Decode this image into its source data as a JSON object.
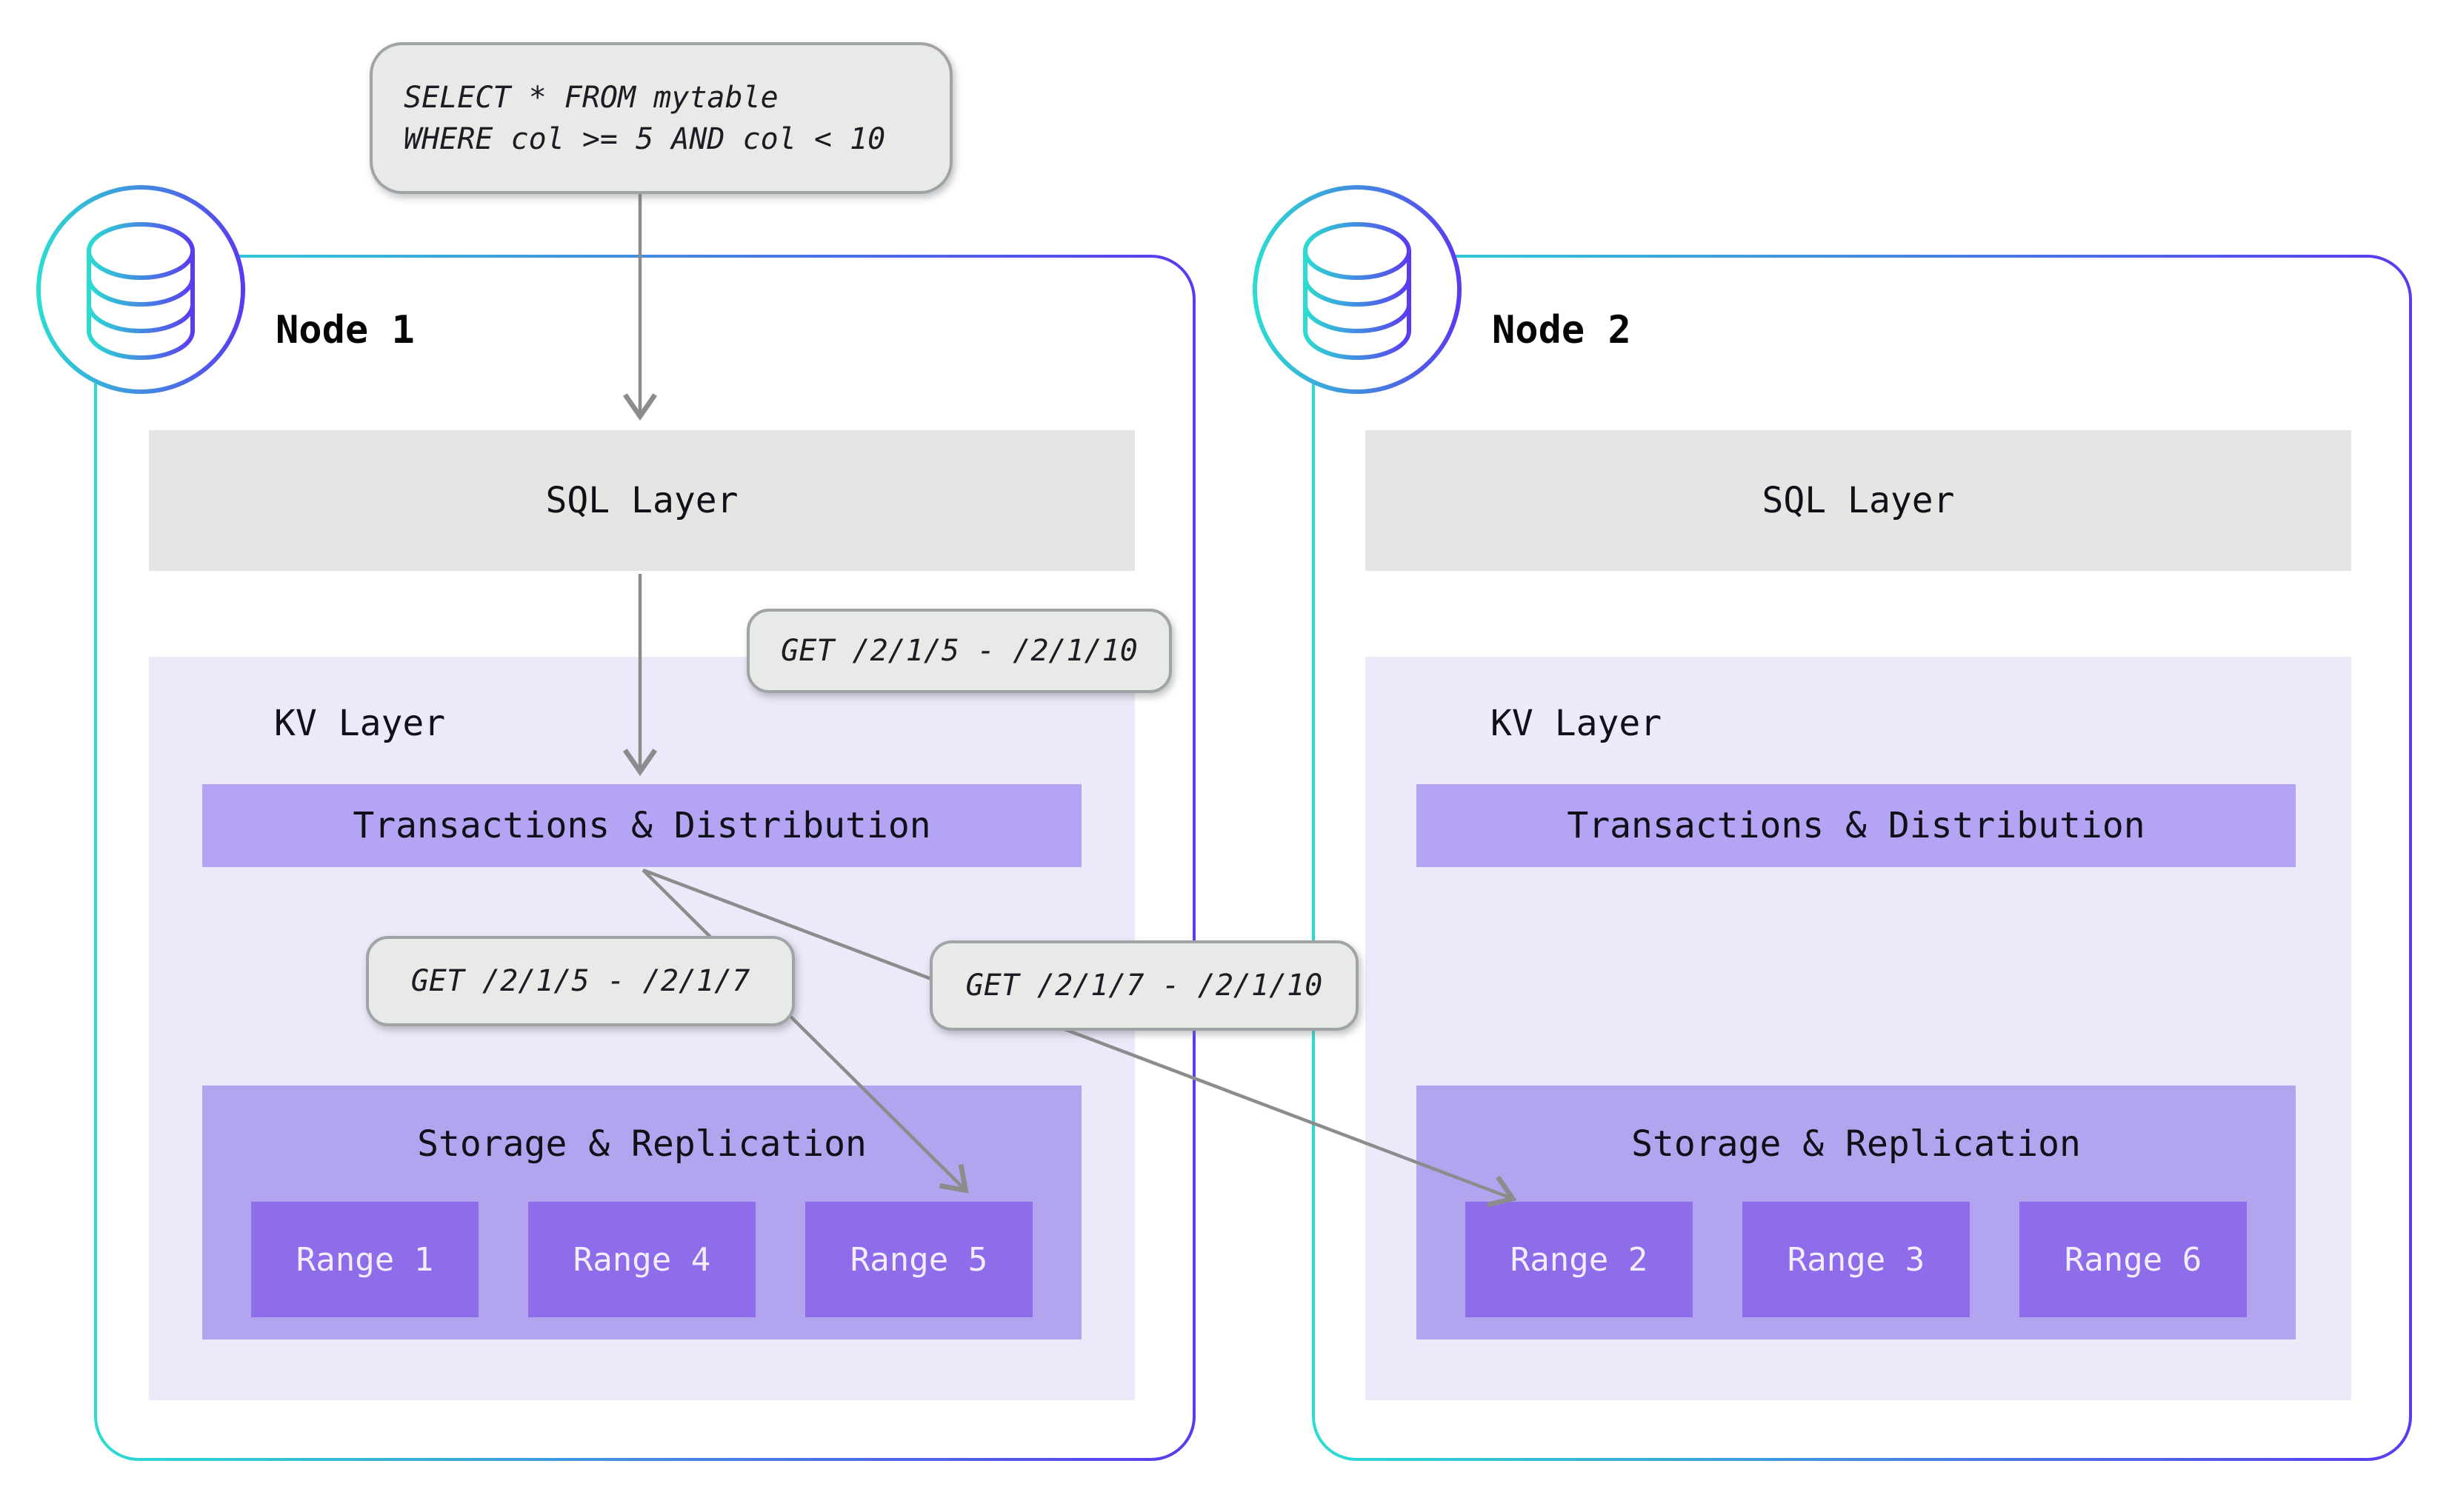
{
  "query_box": {
    "lines": [
      "SELECT * FROM mytable",
      "WHERE col >= 5 AND col < 10"
    ]
  },
  "request_labels": {
    "combined": "GET /2/1/5 - /2/1/10",
    "left_split": "GET /2/1/5 - /2/1/7",
    "right_split": "GET /2/1/7 - /2/1/10"
  },
  "nodes": [
    {
      "title": "Node 1",
      "sql_layer": "SQL Layer",
      "kv_layer": "KV Layer",
      "transactions": "Transactions & Distribution",
      "storage": "Storage & Replication",
      "ranges": [
        "Range 1",
        "Range 4",
        "Range 5"
      ]
    },
    {
      "title": "Node 2",
      "sql_layer": "SQL Layer",
      "kv_layer": "KV Layer",
      "transactions": "Transactions & Distribution",
      "storage": "Storage & Replication",
      "ranges": [
        "Range 2",
        "Range 3",
        "Range 6"
      ]
    }
  ],
  "icons": {
    "database_badge": "database-icon"
  },
  "colors": {
    "node_border_gradient_start": "#2bdcd1",
    "node_border_gradient_end": "#5a3bf0",
    "sql_layer_bg": "#e4e6e4",
    "kv_layer_bg": "#ece9fa",
    "transactions_bg": "#b5a3f3",
    "storage_bg": "#b2a4ee",
    "range_bg": "#8f6ce9",
    "range_text": "#f2edff",
    "code_label_bg": "#e8eae8",
    "code_label_border": "#a0a4a7",
    "arrow": "#8c8c8c"
  }
}
